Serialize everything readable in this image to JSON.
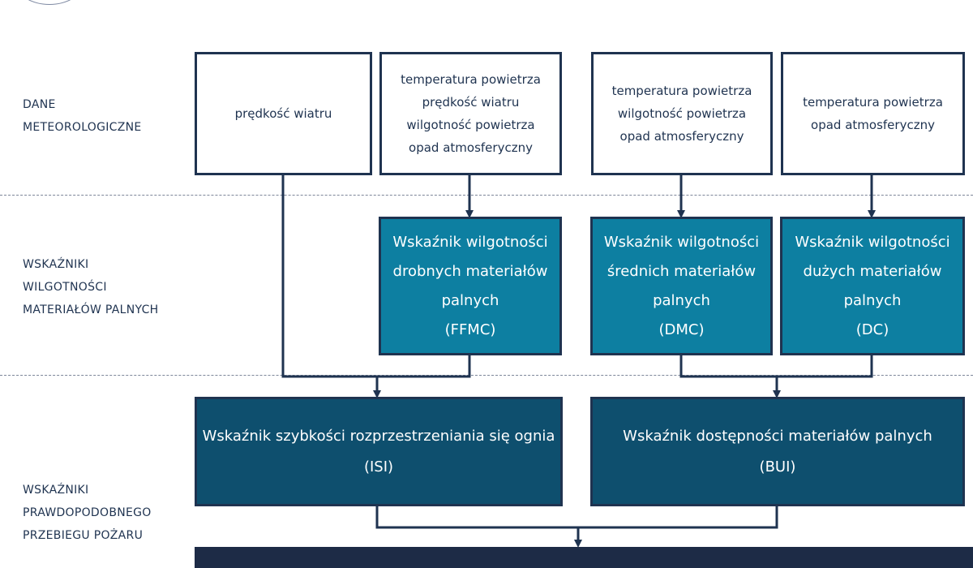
{
  "rows": {
    "meteo": [
      "DANE",
      "METEOROLOGICZNE"
    ],
    "moisture": [
      "WSKAŹNIKI",
      "WILGOTNOŚCI",
      "MATERIAŁÓW PALNYCH"
    ],
    "behavior": [
      "WSKAŹNIKI",
      "PRAWDOPODOBNEGO",
      "PRZEBIEGU POŻARU"
    ]
  },
  "inputs": [
    {
      "lines": [
        "prędkość wiatru"
      ]
    },
    {
      "lines": [
        "temperatura powietrza",
        "prędkość wiatru",
        "wilgotność powietrza",
        "opad atmosferyczny"
      ]
    },
    {
      "lines": [
        "temperatura powietrza",
        "wilgotność powietrza",
        "opad atmosferyczny"
      ]
    },
    {
      "lines": [
        "temperatura powietrza",
        "opad atmosferyczny"
      ]
    }
  ],
  "moisture_codes": [
    {
      "lines": [
        "Wskaźnik wilgotności",
        "drobnych materiałów",
        "palnych"
      ],
      "code": "(FFMC)"
    },
    {
      "lines": [
        "Wskaźnik wilgotności",
        "średnich materiałów",
        "palnych"
      ],
      "code": "(DMC)"
    },
    {
      "lines": [
        "Wskaźnik wilgotności",
        "dużych materiałów",
        "palnych"
      ],
      "code": "(DC)"
    }
  ],
  "behavior_indices": [
    {
      "lines": [
        "Wskaźnik szybkości rozprzestrzeniania się ognia"
      ],
      "code": "(ISI)"
    },
    {
      "lines": [
        "Wskaźnik dostępności materiałów palnych"
      ],
      "code": "(BUI)"
    }
  ],
  "colors": {
    "navy": "#1f3350",
    "teal": "#0d7fa1",
    "dark_teal": "#0e4f6e",
    "bar": "#1d2b46"
  }
}
